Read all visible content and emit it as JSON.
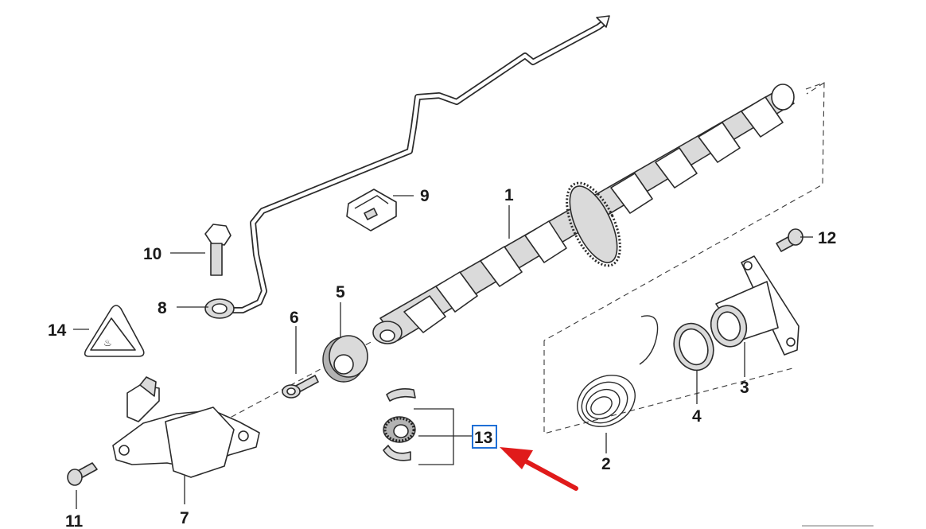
{
  "diagram": {
    "labels": {
      "p1": "1",
      "p2": "2",
      "p3": "3",
      "p4": "4",
      "p5": "5",
      "p6": "6",
      "p7": "7",
      "p8": "8",
      "p9": "9",
      "p10": "10",
      "p11": "11",
      "p12": "12",
      "p13": "13",
      "p14": "14"
    },
    "highlight": {
      "box_color": "#1f6fd6",
      "arrow_color": "#e01b1b"
    }
  }
}
